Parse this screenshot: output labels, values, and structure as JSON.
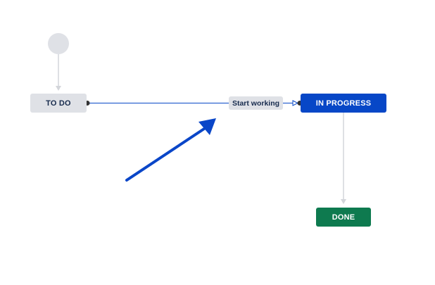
{
  "workflow": {
    "statuses": {
      "todo": "TO DO",
      "in_progress": "IN PROGRESS",
      "done": "DONE"
    },
    "transition": {
      "label": "Start working"
    }
  },
  "colors": {
    "todo_bg": "#dfe1e6",
    "in_progress_bg": "#0747c7",
    "done_bg": "#0e7a4f",
    "connector": "#dfe1e6",
    "transition_line": "#0747c7",
    "annotation_arrow": "#0a46c8"
  }
}
